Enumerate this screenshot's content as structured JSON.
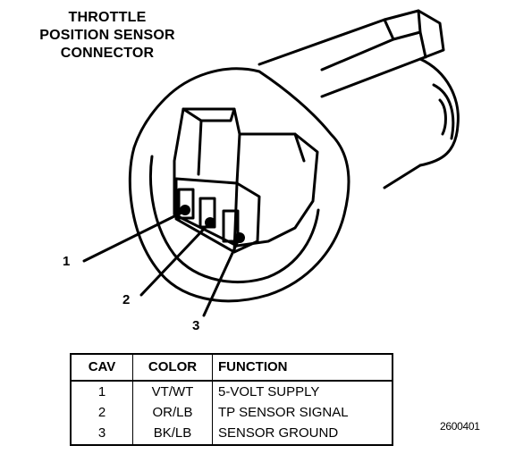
{
  "title": {
    "lines": [
      "THROTTLE",
      "POSITION SENSOR",
      "CONNECTOR"
    ]
  },
  "callouts": [
    "1",
    "2",
    "3"
  ],
  "table": {
    "headers": [
      "CAV",
      "COLOR",
      "FUNCTION"
    ],
    "rows": [
      [
        "1",
        "VT/WT",
        "5-VOLT SUPPLY"
      ],
      [
        "2",
        "OR/LB",
        "TP SENSOR SIGNAL"
      ],
      [
        "3",
        "BK/LB",
        "SENSOR GROUND"
      ]
    ]
  },
  "figure_code": "2600401"
}
